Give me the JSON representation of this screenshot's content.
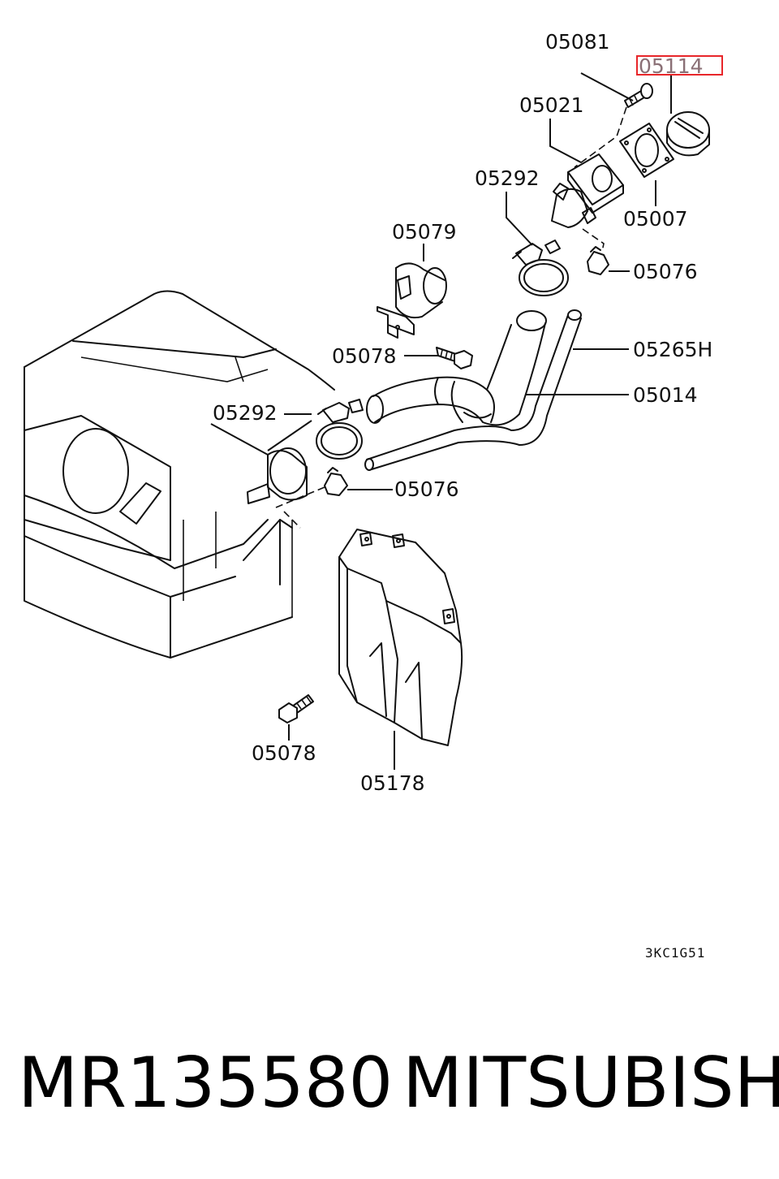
{
  "diagram": {
    "labels": {
      "l_05081": "05081",
      "l_05114": "05114",
      "l_05021": "05021",
      "l_05292_top": "05292",
      "l_05007": "05007",
      "l_05079": "05079",
      "l_05076_top": "05076",
      "l_05078_mid": "05078",
      "l_05265H": "05265H",
      "l_05014": "05014",
      "l_05292_mid": "05292",
      "l_05076_mid": "05076",
      "l_05078_low": "05078",
      "l_05178": "05178"
    },
    "highlighted_label": "05114",
    "highlight_color": "#e8262a",
    "drawing_code": "3KC1G51"
  },
  "caption": {
    "part_number": "MR135580",
    "brand": "MITSUBISHI"
  }
}
